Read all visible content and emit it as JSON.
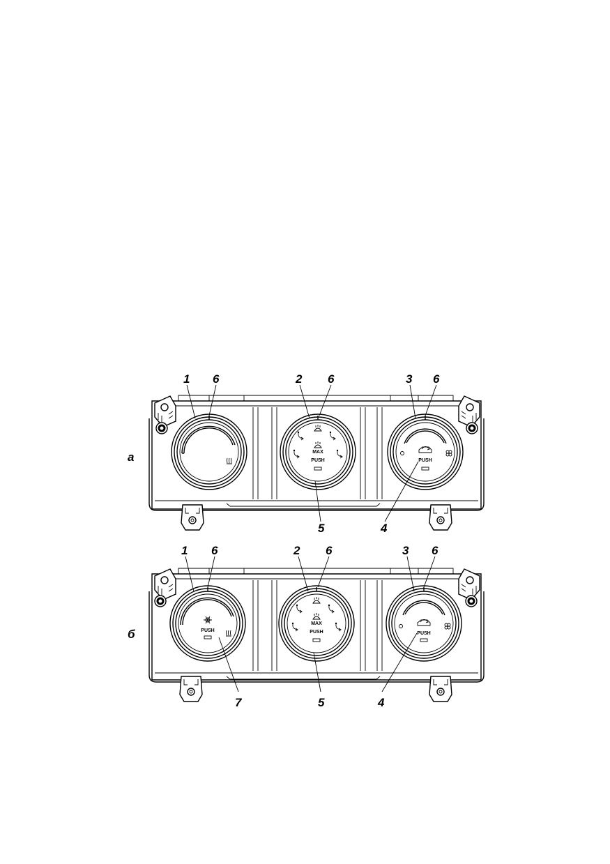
{
  "figure": {
    "panels": [
      {
        "id": "a",
        "label": "а",
        "callouts": [
          "1",
          "6",
          "2",
          "6",
          "3",
          "6",
          "5",
          "4"
        ],
        "left_knob": {
          "push_text": "",
          "has_button": false
        },
        "center_knob": {
          "max_text": "MAX",
          "push_text": "PUSH"
        },
        "right_knob": {
          "push_text": "PUSH"
        }
      },
      {
        "id": "b",
        "label": "б",
        "callouts": [
          "1",
          "6",
          "2",
          "6",
          "3",
          "6",
          "7",
          "5",
          "4"
        ],
        "left_knob": {
          "push_text": "PUSH",
          "has_button": true
        },
        "center_knob": {
          "max_text": "MAX",
          "push_text": "PUSH"
        },
        "right_knob": {
          "push_text": "PUSH"
        }
      }
    ]
  },
  "icons": [
    "mounting-tab-icon",
    "screw-head-icon",
    "defrost-icon",
    "airflow-face-icon",
    "airflow-feet-icon",
    "recirculation-car-icon",
    "fan-icon",
    "ac-snowflake-icon",
    "heater-icon"
  ],
  "colors": {
    "line": "#000000",
    "background": "#ffffff"
  }
}
